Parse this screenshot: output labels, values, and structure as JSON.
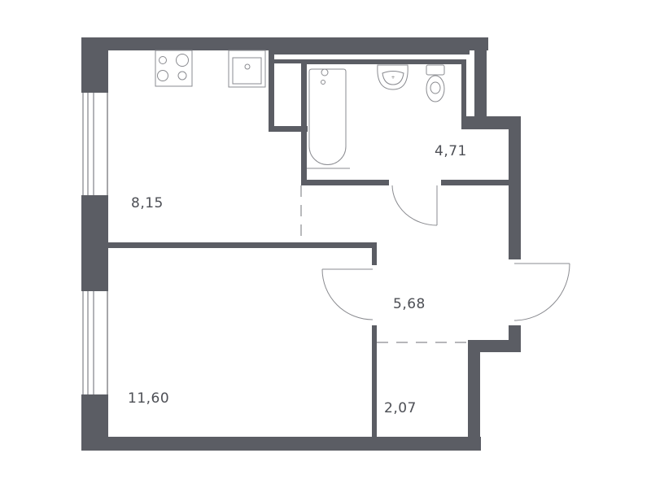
{
  "plan": {
    "type": "apartment-floor-plan",
    "wall_color": "#5b5d64",
    "rooms": [
      {
        "id": "kitchen",
        "area": "8,15"
      },
      {
        "id": "bathroom",
        "area": "4,71"
      },
      {
        "id": "hallway",
        "area": "5,68"
      },
      {
        "id": "bedroom",
        "area": "11,60"
      },
      {
        "id": "storage",
        "area": "2,07"
      }
    ]
  }
}
